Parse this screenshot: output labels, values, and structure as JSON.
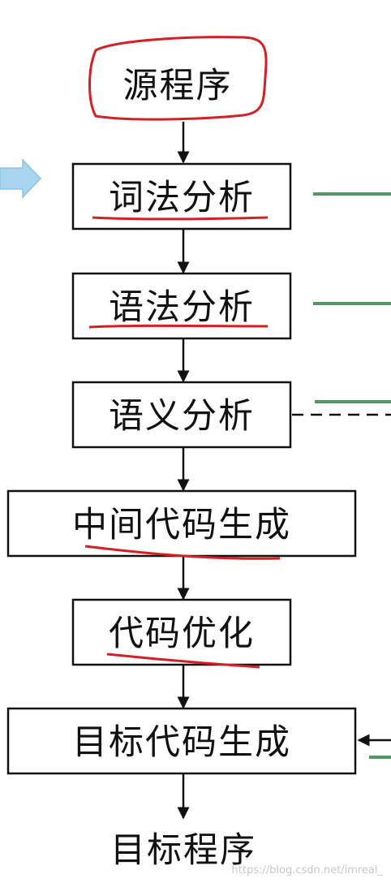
{
  "diagram": {
    "source": "源程序",
    "steps": [
      {
        "label": "词法分析"
      },
      {
        "label": "语法分析"
      },
      {
        "label": "语义分析"
      },
      {
        "label": "中间代码生成"
      },
      {
        "label": "代码优化"
      },
      {
        "label": "目标代码生成"
      }
    ],
    "target": "目标程序"
  },
  "watermark": "https://blog.csdn.net/imreal_",
  "colors": {
    "box_border": "#111111",
    "arrow": "#111111",
    "annotation_red": "#d41f24",
    "side_green": "#4f9a62",
    "side_arrow_blue": "#a9d4ef"
  }
}
